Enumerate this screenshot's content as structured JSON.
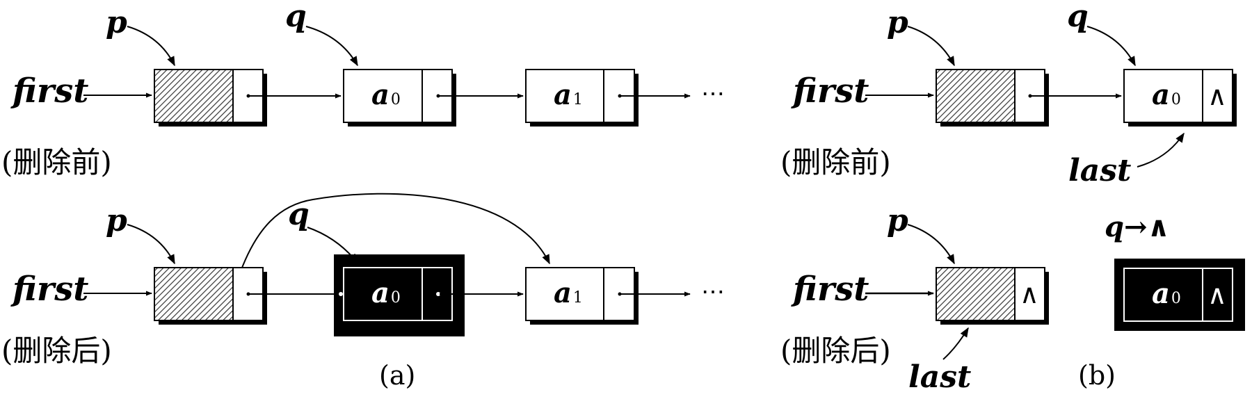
{
  "labels": {
    "first": "first",
    "p": "p",
    "q": "q",
    "last": "last",
    "ellipsis": "⋯",
    "null_symbol": "∧",
    "q_null": "q→∧"
  },
  "states": {
    "before": "(删除前)",
    "after": "(删除后)"
  },
  "subfigures": {
    "a": "(a)",
    "b": "(b)"
  },
  "nodes": {
    "a0": {
      "base": "a",
      "sub": "0"
    },
    "a1": {
      "base": "a",
      "sub": "1"
    }
  }
}
